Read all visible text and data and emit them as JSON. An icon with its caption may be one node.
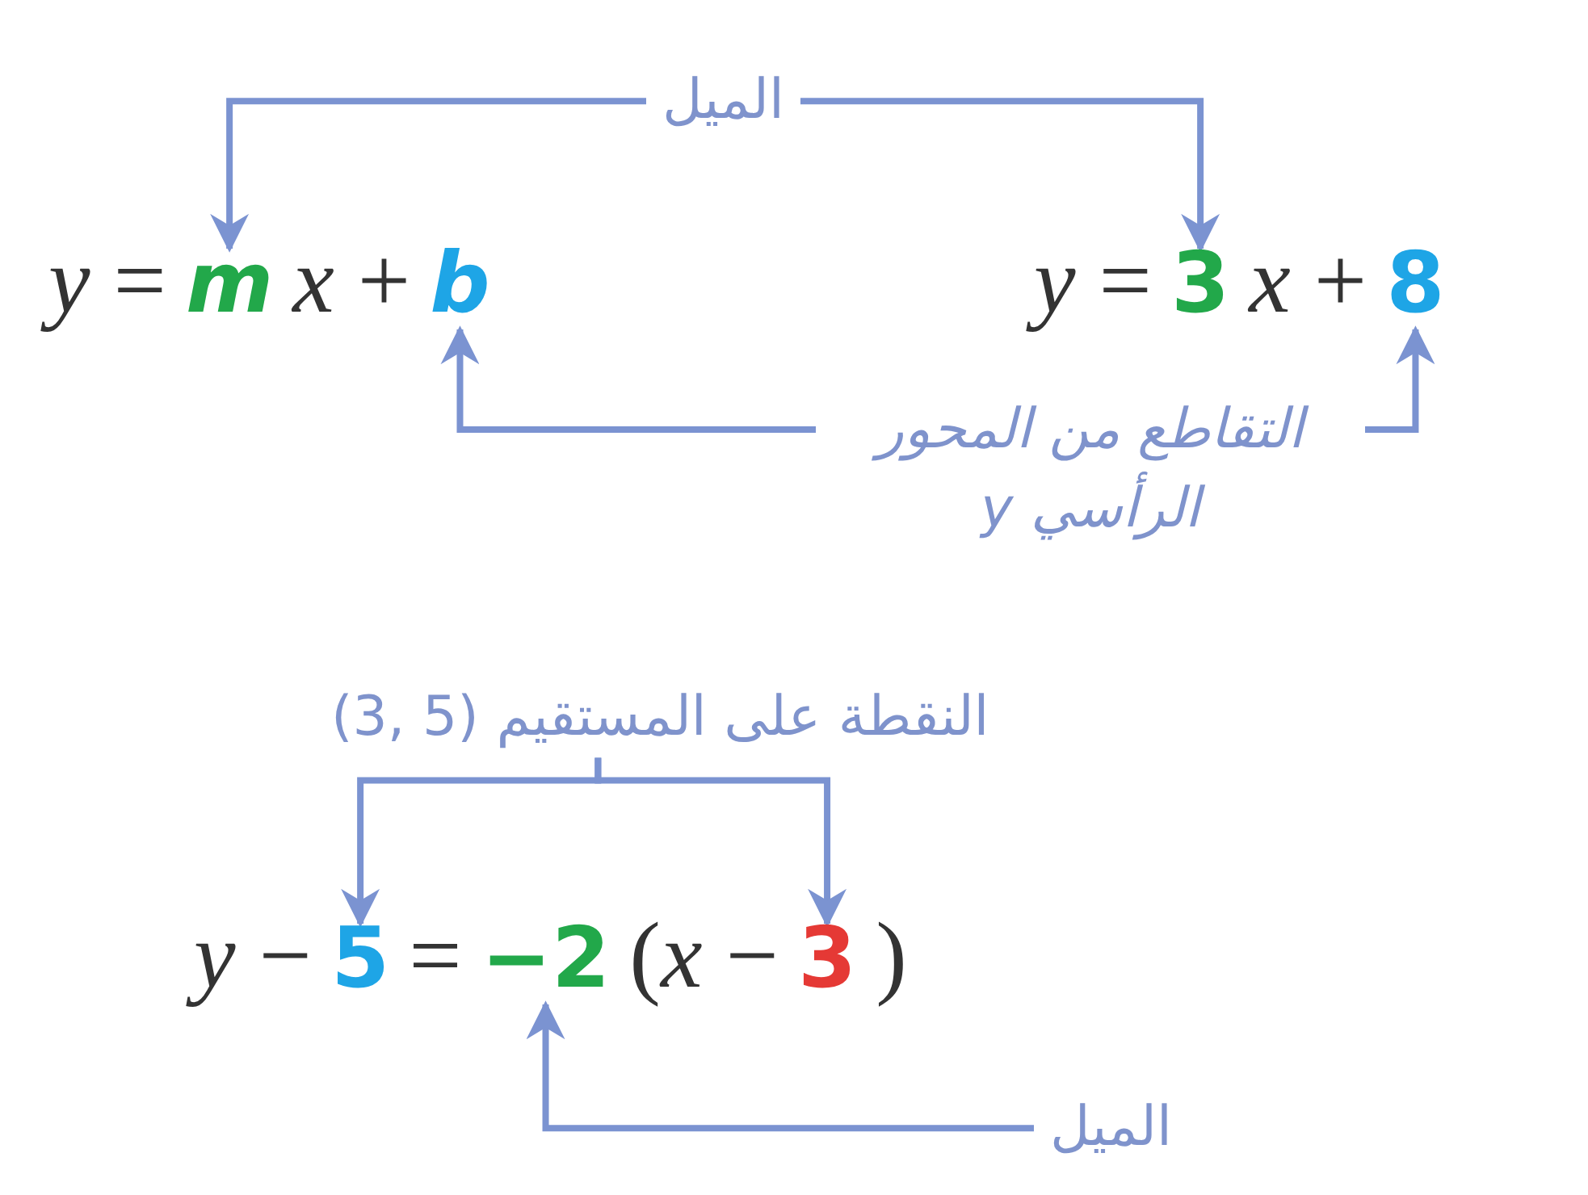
{
  "diagram": {
    "nodes": [
      {
        "text": [
          "الميل"
        ]
      },
      {
        "text": [
          "m"
        ]
      },
      {
        "text": [
          "3"
        ]
      },
      {
        "text": [
          "b"
        ]
      },
      {
        "text": [
          "8"
        ]
      },
      {
        "text": [
          "التقاطع من المحور الرأسي y"
        ]
      },
      {
        "text": [
          "النقطة على المستقيم",
          "(3, 5)"
        ]
      },
      {
        "text": [
          "5"
        ]
      },
      {
        "text": [
          "−2"
        ]
      },
      {
        "text": [
          "3"
        ]
      },
      {
        "text": [
          "الميل"
        ]
      }
    ],
    "edges": [
      {
        "from": 0,
        "to": 1,
        "arrow": "to"
      },
      {
        "from": 0,
        "to": 2,
        "arrow": "to"
      },
      {
        "from": 5,
        "to": 3,
        "arrow": "to"
      },
      {
        "from": 5,
        "to": 4,
        "arrow": "to"
      },
      {
        "from": 6,
        "to": 7,
        "arrow": "to"
      },
      {
        "from": 6,
        "to": 9,
        "arrow": "to"
      },
      {
        "from": 10,
        "to": 8,
        "arrow": "to"
      }
    ],
    "labels": [
      "*y* =",
      "*x* +",
      "*y* =",
      "*x* +",
      "*y* −",
      "=",
      "(*x* −",
      ")"
    ]
  }
}
